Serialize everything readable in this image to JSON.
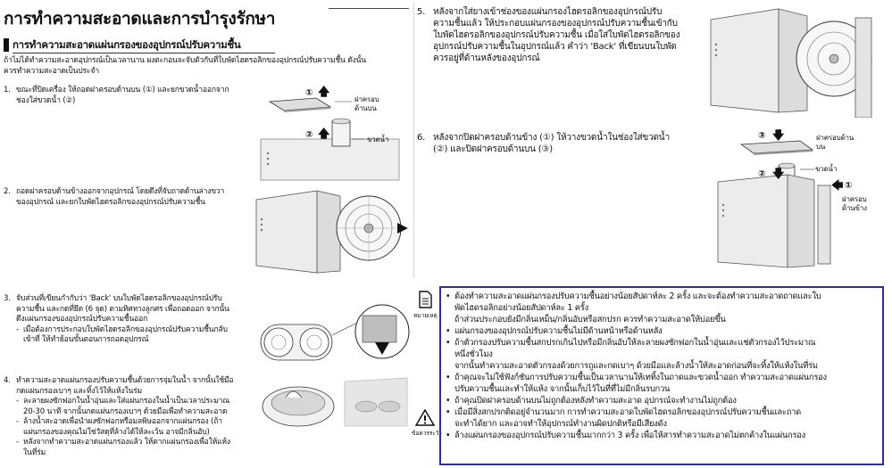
{
  "page": {
    "title": "การทำความสะอาดและการบำรุงรักษา",
    "section_title": "การทำความสะอาดแผ่นกรองของอุปกรณ์ปรับความชื้น",
    "intro": [
      "ถ้าไม่ได้ทำความสะอาดอุปกรณ์เป็นเวลานาน ผงตะกอนจะจับตัวกันที่ใบพัดไฮดรอลิกของอุปกรณ์ปรับความชื้น ดังนั้น",
      "ควรทำความสะอาดเป็นประจำ"
    ]
  },
  "steps": {
    "s1": {
      "num": "1.",
      "lines": [
        "ขณะที่ปิดเครื่อง ให้ถอดฝาครอบด้านบน (①) และยกขวดน้ำออกจาก",
        "ช่องใส่ขวดน้ำ (②)"
      ],
      "badge1": "①",
      "badge2": "②",
      "label_top_cover": [
        "ฝาครอบ",
        "ด้านบน"
      ],
      "label_bottle": "ขวดน้ำ"
    },
    "s2": {
      "num": "2.",
      "lines": [
        "ถอดฝาครอบด้านข้างออกจากอุปกรณ์ โดยดึงที่จับถาดด้านล่างขวา",
        "ของอุปกรณ์ และยกใบพัดไฮดรอลิกของอุปกรณ์ปรับความชื้น"
      ]
    },
    "s3": {
      "num": "3.",
      "lines": [
        "จับส่วนที่เขียนกำกับว่า 'Back' บนใบพัดไฮดรอลิกของอุปกรณ์ปรับ",
        "ความชื้น และกดที่ยึด (6 จุด) ตามทิศทางลูกศร เพื่อถอดออก จากนั้น",
        "ดึงแผ่นกรองของอุปกรณ์ปรับความชื้นออก"
      ],
      "sub": [
        "เมื่อต้องการประกอบใบพัดไฮดรอลิกของอุปกรณ์ปรับความชื้นกลับ",
        "เข้าที่ ให้ทำย้อนขั้นตอนการถอดอุปกรณ์"
      ]
    },
    "s4": {
      "num": "4.",
      "lines": [
        "ทำความสะอาดแผ่นกรองปรับความชื้นด้วยการจุ่มในน้ำ จากนั้นใช้มือ",
        "กดแผ่นกรองเบาๆ และทิ้งไว้ให้แห้งในร่ม"
      ],
      "sub1": [
        "ละลายผงซักฟอกในน้ำอุ่นและใส่แผ่นกรองในน้ำเป็นเวลาประมาณ",
        "20-30 นาที จากนั้นกดแผ่นกรองเบาๆ ด้วยมือเพื่อทำความสะอาด"
      ],
      "sub2": [
        "ล้างน้ำสะอาดเพื่อนำผงซักฟอกหรือมลพิษออกจากแผ่นกรอง (ถ้า",
        "แผ่นกรองของคุณไม่ใช่วัสดุที่ล้างได้ให้ละเว้น อาจมีกลิ่นอับ)"
      ],
      "sub3": [
        "หลังจากทำความสะอาดแผ่นกรองแล้ว ให้ตากแผ่นกรองเพื่อให้แห้ง",
        "ในที่ร่ม"
      ]
    },
    "s5": {
      "num": "5.",
      "lines": [
        "หลังจากใส่ยางเข้าช่องของแผ่นกรองไฮดรอลิกของอุปกรณ์ปรับ",
        "ความชื้นแล้ว ให้ประกอบแผ่นกรองของอุปกรณ์ปรับความชื้นเข้ากับ",
        "ใบพัดไฮดรอลิกของอุปกรณ์ปรับความชื้น เมื่อใส่ใบพัดไฮดรอลิกของ",
        "อุปกรณ์ปรับความชื้นในอุปกรณ์แล้ว คำว่า 'Back' ที่เขียนบนใบพัด",
        "ควรอยู่ที่ด้านหลังของอุปกรณ์"
      ]
    },
    "s6": {
      "num": "6.",
      "lines": [
        "หลังจากปิดฝาครอบด้านข้าง (①) ให้วางขวดน้ำในช่องใส่ขวดน้ำ",
        "(②) และปิดฝาครอบด้านบน (③)"
      ],
      "badge1": "①",
      "badge2": "②",
      "badge3": "③",
      "label_top_cover": [
        "ฝาครอบด้าน",
        "บน"
      ],
      "label_bottle": "ขวดน้ำ",
      "label_side_cover": [
        "ฝาครอบ",
        "ด้านข้าง"
      ]
    }
  },
  "notes": {
    "note_label": "หมายเหตุ",
    "caution_label": "ข้อควรระวัง",
    "bullets": [
      [
        "ต้องทำความสะอาดแผ่นกรองปรับความชื้นอย่างน้อยสัปดาห์ละ 2 ครั้ง และจะต้องทำความสะอาดถาดและใบ",
        "พัดไฮดรอลิกอย่างน้อยสัปดาห์ละ 1 ครั้ง",
        "ถ้าส่วนประกอบยังมีกลิ่นเหม็น/กลิ่นอับหรือสกปรก  ควรทำความสะอาดให้บ่อยขึ้น"
      ],
      [
        "แผ่นกรองของอุปกรณ์ปรับความชื้นไม่มีด้านหน้าหรือด้านหลัง"
      ],
      [
        "ถ้าตัวกรองปรับความชื้นสกปรกเกินไปหรือมีกลิ่นอับให้ละลายผงซักฟอกในน้ำอุ่นและแช่ตัวกรองไว้ประมาณ",
        "หนึ่งชั่วโมง",
        "จากนั้นทำความสะอาดตัวกรองด้วยการถูและกดเบาๆ ด้วยมือและล้างน้ำให้สะอาดก่อนที่จะทิ้งให้แห้งในที่ร่ม"
      ],
      [
        "ถ้าคุณจะไม่ใช้ฟังก์ชันการปรับความชื้นเป็นเวลานานให้เททิ้งในถาดและขวดน้ำออก ทำความสะอาดแผ่นกรอง",
        "ปรับความชื้นและทำให้แห้ง จากนั้นเก็บไว้ในที่ที่ไม่มีกลิ่นรบกวน"
      ],
      [
        "ถ้าคุณปิดฝาครอบด้านบนไม่ถูกต้องหลังทำความสะอาด อุปกรณ์จะทำงานไม่ถูกต้อง"
      ],
      [
        "เมื่อมีสิ่งสกปรกติดอยู่จำนวนมาก การทำความสะอาดใบพัดไฮดรอลิกของอุปกรณ์ปรับความชื้นและถาด",
        "จะทำได้ยาก และอาจทำให้อุปกรณ์ทำงานผิดปกติหรือมีเสียงดัง"
      ],
      [
        "ล้างแผ่นกรองของอุปกรณ์ปรับความชื้นมากกว่า 3 ครั้ง เพื่อให้สารทำความสะอาดไม่ตกค้างในแผ่นกรอง"
      ]
    ]
  },
  "colors": {
    "note_border": "#2b2fa6",
    "text": "#111111",
    "device": "#e9e9e9"
  }
}
